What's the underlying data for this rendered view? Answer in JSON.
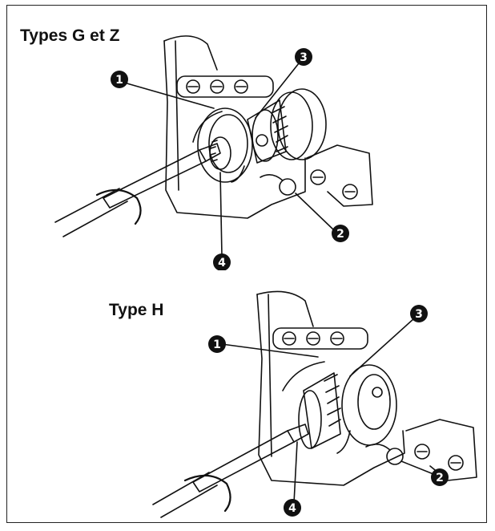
{
  "figures": [
    {
      "title": "Types G et Z",
      "callouts": [
        "1",
        "2",
        "3",
        "4"
      ]
    },
    {
      "title": "Type H",
      "callouts": [
        "1",
        "2",
        "3",
        "4"
      ]
    }
  ],
  "colors": {
    "line": "#111111",
    "callout_fill": "#111111",
    "callout_text": "#ffffff",
    "background": "#ffffff"
  }
}
